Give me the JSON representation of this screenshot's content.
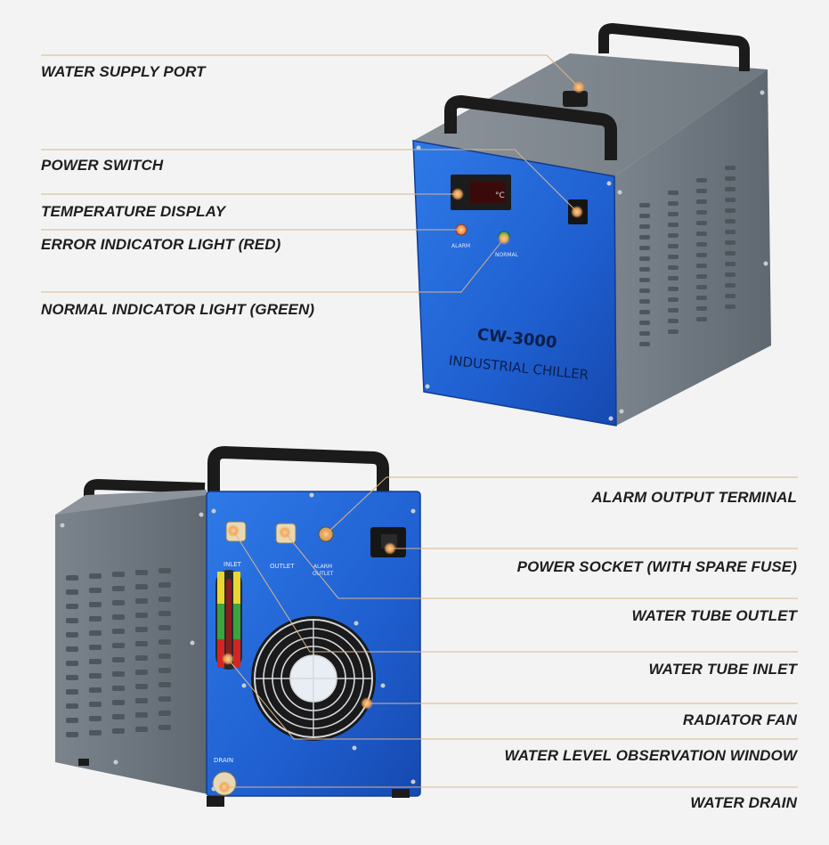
{
  "top_unit": {
    "model": "CW-3000",
    "subtitle": "INDUSTRIAL CHILLER",
    "panel_alarm": "ALARM",
    "panel_normal": "NORMAL",
    "display_unit": "°C"
  },
  "bottom_unit": {
    "panel_inlet": "INLET",
    "panel_outlet": "OUTLET",
    "panel_alarm": "ALARM",
    "panel_alarm2": "OUTLET",
    "panel_drain": "DRAIN"
  },
  "callouts": {
    "water_supply_port": "WATER SUPPLY PORT",
    "power_switch": "POWER SWITCH",
    "temperature_display": "TEMPERATURE DISPLAY",
    "error_indicator": "ERROR INDICATOR LIGHT (RED)",
    "normal_indicator": "NORMAL INDICATOR LIGHT (GREEN)",
    "alarm_output": "ALARM OUTPUT TERMINAL",
    "power_socket": "POWER SOCKET (WITH SPARE FUSE)",
    "tube_outlet": "WATER TUBE OUTLET",
    "tube_inlet": "WATER TUBE INLET",
    "radiator_fan": "RADIATOR FAN",
    "level_window": "WATER LEVEL OBSERVATION WINDOW",
    "water_drain": "WATER DRAIN"
  },
  "colors": {
    "panel_blue": "#1f63d6",
    "body_gray": "#6e7680",
    "callout_line": "#d9b58a",
    "callout_dot": "#f2a455"
  }
}
